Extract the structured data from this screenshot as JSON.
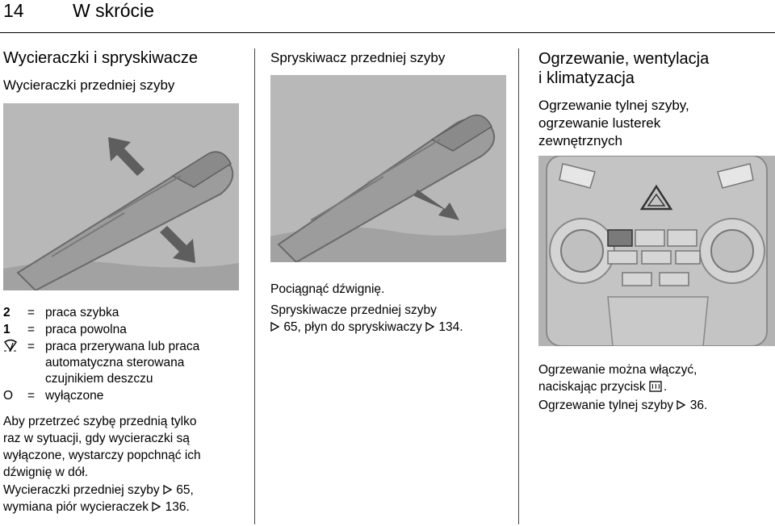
{
  "header": {
    "page_number": "14",
    "chapter_title": "W skrócie"
  },
  "col1": {
    "section_title": "Wycieraczki i spryskiwacze",
    "subsection_title": "Wycieraczki przedniej szyby",
    "legend": [
      {
        "symbol": "2",
        "eq": "=",
        "text": "praca szybka"
      },
      {
        "symbol": "1",
        "eq": "=",
        "text": "praca powolna"
      },
      {
        "symbol_icon": "interval-wiper-icon",
        "eq": "=",
        "text_lines": [
          "praca przerywana lub praca",
          "automatyczna sterowana",
          "czujnikiem deszczu"
        ]
      },
      {
        "symbol": "O",
        "eq": "=",
        "text": "wyłączone"
      }
    ],
    "para1_lines": [
      "Aby przetrzeć szybę przednią tylko",
      "raz w sytuacji, gdy wycieraczki są",
      "wyłączone, wystarczy popchnąć ich",
      "dźwignię w dół."
    ],
    "para2_line1_a": "Wycieraczki przedniej szyby",
    "para2_line1_b": "65,",
    "para2_line2_a": "wymiana piór wycieraczek",
    "para2_line2_b": "136."
  },
  "col2": {
    "subsection_title": "Spryskiwacz przedniej szyby",
    "para1": "Pociągnąć dźwignię.",
    "para2_line1": "Spryskiwacze przedniej szyby",
    "para2_line2_a": "65, płyn do spryskiwaczy",
    "para2_line2_b": "134."
  },
  "col3": {
    "section_title_lines": [
      "Ogrzewanie, wentylacja",
      "i klimatyzacja"
    ],
    "subsection_title_lines": [
      "Ogrzewanie tylnej szyby,",
      "ogrzewanie lusterek",
      "zewnętrznych"
    ],
    "para1_line1": "Ogrzewanie można włączyć,",
    "para1_line2_a": "naciskając przycisk",
    "para1_line2_b": ".",
    "para2_a": "Ogrzewanie tylnej szyby",
    "para2_b": "36."
  },
  "colors": {
    "rule": "#000000",
    "figure_gray": "#b4b4b4"
  }
}
